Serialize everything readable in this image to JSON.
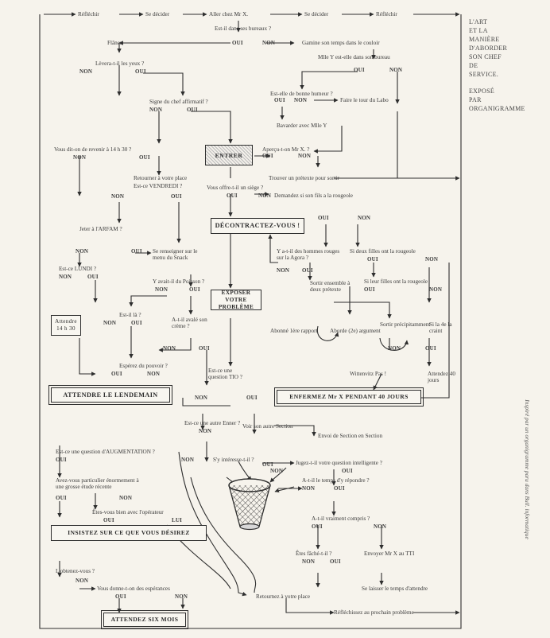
{
  "side_title": {
    "lines": [
      "L'ART",
      "ET LA",
      "MANIÈRE",
      "D'ABORDER",
      "SON CHEF",
      "DE",
      "SERVICE."
    ],
    "sub": [
      "EXPOSÉ",
      "PAR",
      "ORGANIGRAMME"
    ]
  },
  "credit": "Inspiré par un organigramme paru dans Bull. informatique",
  "top": {
    "t1": "Réfléchir",
    "t2": "Se décider",
    "t3": "Aller chez Mr X.",
    "t4": "Se décider",
    "t5": "Réfléchir"
  },
  "yn": {
    "oui": "OUI",
    "non": "NON"
  },
  "nodes": {
    "n1": "Est-il dans ses bureaux ?",
    "n2": "Flâner",
    "n3": "Gamine son temps dans le couloir",
    "n4": "Mlle Y est-elle dans son bureau",
    "n5": "Lèvera-t-il les yeux ?",
    "n6": "Est-elle de bonne humeur ?",
    "n7": "Faire le tour du Labo",
    "n8": "Signe du chef affirmatif ?",
    "n9": "Bavarder avec Mlle Y",
    "n10": "Aperçu-t-on Mr X. ?",
    "n11": "Vous dit-on de revenir à 14 h 30 ?",
    "n12": "Trouver un prétexte pour sortir",
    "n13": "Retourner à votre place",
    "n14": "Est-ce VENDREDI ?",
    "n15": "Vous offre-t-il un siège ?",
    "n16": "Demandez si son fils a la rougeole",
    "n17": "Jeter à l'ARFAM ?",
    "n18": "Y a-t-il des hommes rouges sur la Agora ?",
    "n19": "Si deux filles ont la rougeole",
    "n20": "Se renseigner sur le menu du Snack",
    "n21": "Est-ce LUNDI ?",
    "n22": "Sortir ensemble à deux prétexte",
    "n23": "Si leur filles ont la rougeole",
    "n24": "Y avait-il du Poisson ?",
    "n25": "Attendre 14 h 30",
    "n26": "Est-il là ?",
    "n27": "A-t-il avalé son crème ?",
    "n28": "Abonné 1ère rapport",
    "n29": "Aborde (2e) argument",
    "n30": "Sortir précipitamment",
    "n31": "Si la 4e la craint",
    "n32": "Espérez du pouvoir ?",
    "n33": "Est-ce une question TIO ?",
    "n34": "Wittenvitz Pas !",
    "n35": "Attendez 40 jours",
    "n36": "Est-ce une autre Enner ?",
    "n37": "Voir son autre Section",
    "n38": "Envoi de Section en Section",
    "n39": "Est-ce une question d'AUGMENTATION ?",
    "n40": "S'y intéresse-t-il ?",
    "n41": "Jugez-t-il votre question intelligente ?",
    "n42": "Avez-vous particulier énormement à une grosse étude récente",
    "n43": "A-t-il le temps d'y répondre ?",
    "n44": "Êtes-vous bien avec l'opérateur",
    "n45": "A-t-il vraiment compris ?",
    "n46": "L'obtenez-vous ?",
    "n47": "Vous donne-t-on des espérances",
    "n48": "Êtes fâché-t-il ?",
    "n49": "Envoyer Mr X au TTI",
    "n50": "Se laisser le temps d'attendre",
    "n51": "Retournez à votre place",
    "n52": "Réfléchissez au prochain problème",
    "n53": "LUI"
  },
  "boxes": {
    "entrer": "ENTRER",
    "decontractez": "DÉCONTRACTEZ-VOUS !",
    "exposer": "EXPOSER VOTRE PROBLÈME",
    "lendemain": "ATTENDRE LE LENDEMAIN",
    "enfermez": "ENFERMEZ Mr X PENDANT 40 JOURS",
    "insistez": "INSISTEZ SUR CE QUE VOUS DÉSIREZ",
    "attendez6": "ATTENDEZ SIX MOIS"
  }
}
